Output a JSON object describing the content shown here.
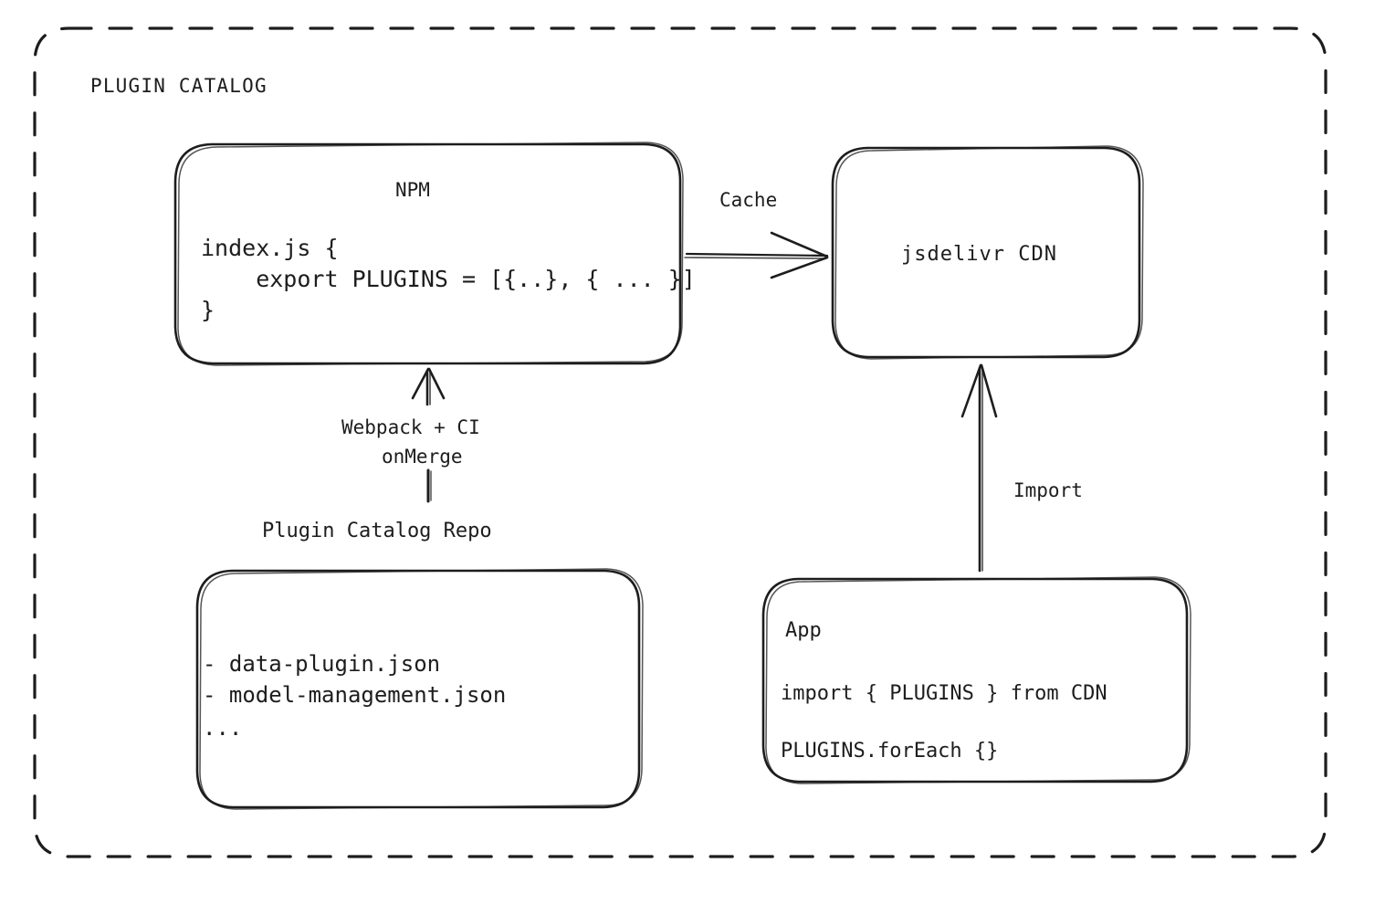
{
  "diagram": {
    "title": "PLUGIN CATALOG",
    "background_color": "#ffffff",
    "stroke_color": "#1d1d1d",
    "style": "hand-drawn sketch (excalidraw-like)"
  },
  "nodes": {
    "npm": {
      "title": "NPM",
      "code_lines": [
        "index.js {",
        "    export PLUGINS = [{..}, { ... }]",
        "}"
      ]
    },
    "cdn": {
      "title": "jsdelivr CDN"
    },
    "repo": {
      "label": "Plugin Catalog Repo",
      "file_lines": [
        "- data-plugin.json",
        "- model-management.json",
        "..."
      ]
    },
    "app": {
      "title": "App",
      "code_lines": [
        "import { PLUGINS } from CDN",
        "PLUGINS.forEach {}"
      ]
    }
  },
  "edges": {
    "npm_to_cdn": {
      "label": "Cache"
    },
    "repo_to_npm": {
      "label_line1": "Webpack + CI",
      "label_line2": "onMerge"
    },
    "app_to_cdn": {
      "label": "Import"
    }
  }
}
